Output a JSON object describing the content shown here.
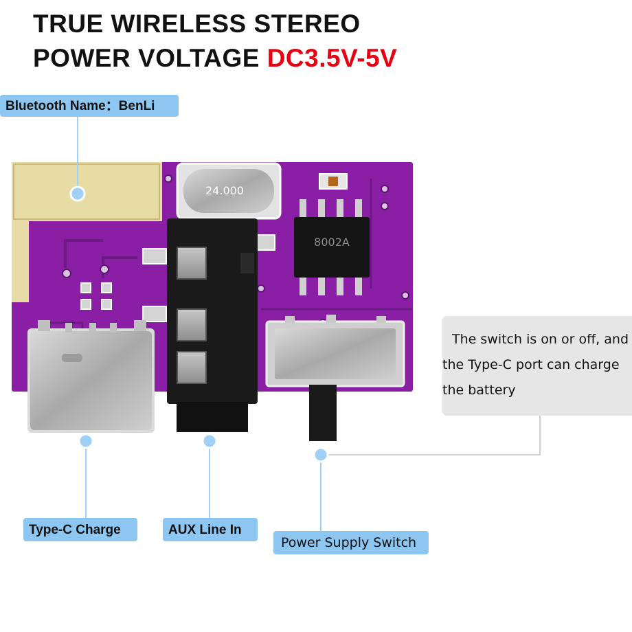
{
  "title": {
    "line1": "TRUE WIRELESS STEREO",
    "line2_prefix": "POWER VOLTAGE ",
    "line2_accent": "DC3.5V-5V",
    "accent_color": "#e60012"
  },
  "labels": {
    "bluetooth": "Bluetooth Name：BenLi",
    "type_c": "Type-C Charge",
    "aux": "AUX Line In",
    "switch": "Power Supply Switch"
  },
  "callout": {
    "line1": "The switch is on or off, and",
    "line2": "the Type-C port can charge",
    "line3": "the battery"
  },
  "board": {
    "crystal_marking": "24.000",
    "chip_marking": "8002A",
    "pcb_color": "#8a1fa6",
    "antenna_color": "#e8dca6",
    "label_color": "#8ec6f2"
  }
}
